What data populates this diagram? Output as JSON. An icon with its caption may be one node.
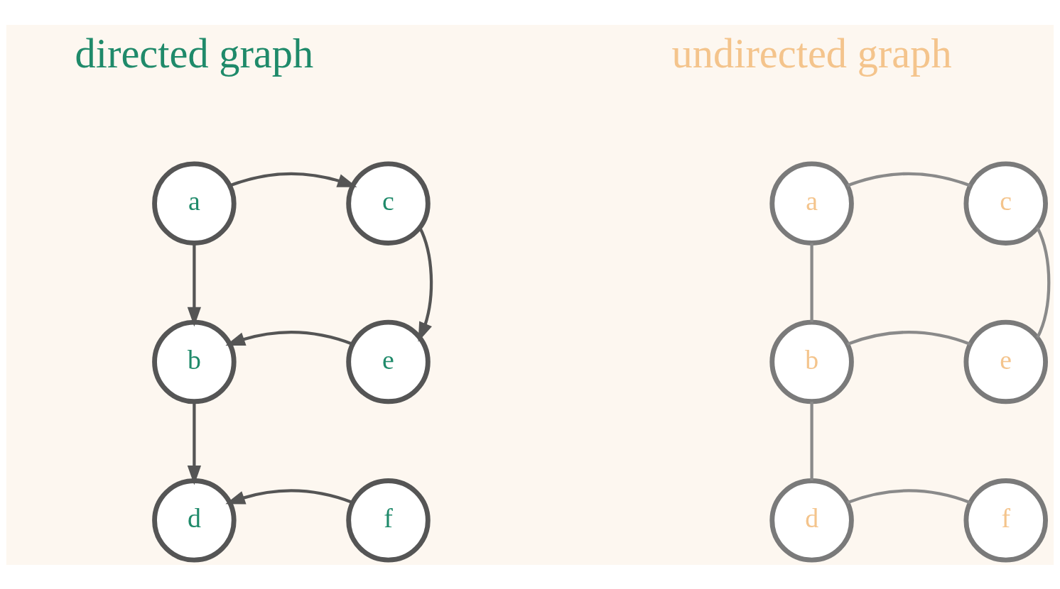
{
  "diagram": {
    "nodes": [
      {
        "text": [
          "a"
        ]
      },
      {
        "text": [
          "c"
        ]
      },
      {
        "text": [
          "b"
        ]
      },
      {
        "text": [
          "e"
        ]
      },
      {
        "text": [
          "d"
        ]
      },
      {
        "text": [
          "f"
        ]
      },
      {
        "text": [
          "a"
        ]
      },
      {
        "text": [
          "c"
        ]
      },
      {
        "text": [
          "b"
        ]
      },
      {
        "text": [
          "e"
        ]
      },
      {
        "text": [
          "d"
        ]
      },
      {
        "text": [
          "f"
        ]
      }
    ],
    "edges": [
      {
        "from": 0,
        "to": 1,
        "arrow": "to"
      },
      {
        "from": 0,
        "to": 2,
        "arrow": "to"
      },
      {
        "from": 1,
        "to": 3,
        "arrow": "to"
      },
      {
        "from": 3,
        "to": 2,
        "arrow": "to"
      },
      {
        "from": 2,
        "to": 4,
        "arrow": "to"
      },
      {
        "from": 5,
        "to": 4,
        "arrow": "to"
      },
      {
        "from": 6,
        "to": 7,
        "arrow": "none",
        "color": "#8a8a8a"
      },
      {
        "from": 6,
        "to": 8,
        "arrow": "none",
        "color": "#8a8a8a"
      },
      {
        "from": 7,
        "to": 9,
        "arrow": "none",
        "color": "#8a8a8a"
      },
      {
        "from": 8,
        "to": 9,
        "arrow": "none",
        "color": "#8a8a8a"
      },
      {
        "from": 8,
        "to": 10,
        "arrow": "none",
        "color": "#8a8a8a"
      },
      {
        "from": 10,
        "to": 11,
        "arrow": "none",
        "color": "#8a8a8a"
      }
    ],
    "labels": [
      "directed graph",
      "undirected graph"
    ]
  }
}
